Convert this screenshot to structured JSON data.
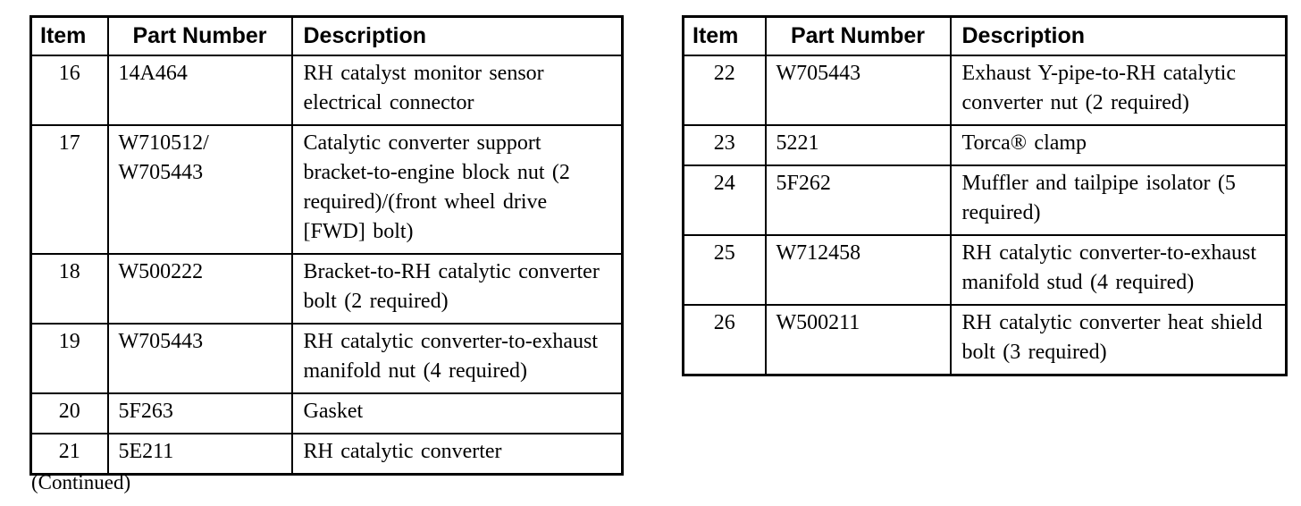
{
  "page": {
    "background": "#ffffff",
    "text_color": "#000000",
    "border_color": "#000000",
    "continued_note": "(Continued)"
  },
  "tables": [
    {
      "name": "left-parts-table",
      "headers": [
        "Item",
        "Part Number",
        "Description"
      ],
      "rows": [
        {
          "item": "16",
          "part_number": "14A464",
          "description": "RH catalyst monitor sensor electrical connector"
        },
        {
          "item": "17",
          "part_number": "W710512/ W705443",
          "description": "Catalytic converter support bracket-to-engine block nut (2 required)/(front wheel drive [FWD] bolt)"
        },
        {
          "item": "18",
          "part_number": "W500222",
          "description": "Bracket-to-RH catalytic converter bolt (2 required)"
        },
        {
          "item": "19",
          "part_number": "W705443",
          "description": "RH catalytic converter-to-exhaust manifold nut (4 required)"
        },
        {
          "item": "20",
          "part_number": "5F263",
          "description": "Gasket"
        },
        {
          "item": "21",
          "part_number": "5E211",
          "description": "RH catalytic converter"
        }
      ]
    },
    {
      "name": "right-parts-table",
      "headers": [
        "Item",
        "Part Number",
        "Description"
      ],
      "rows": [
        {
          "item": "22",
          "part_number": "W705443",
          "description": "Exhaust Y-pipe-to-RH catalytic converter nut (2 required)"
        },
        {
          "item": "23",
          "part_number": "5221",
          "description": "Torca® clamp"
        },
        {
          "item": "24",
          "part_number": "5F262",
          "description": "Muffler and tailpipe isolator (5 required)"
        },
        {
          "item": "25",
          "part_number": "W712458",
          "description": "RH catalytic converter-to-exhaust manifold stud (4 required)"
        },
        {
          "item": "26",
          "part_number": "W500211",
          "description": "RH catalytic converter heat shield bolt (3 required)"
        }
      ]
    }
  ]
}
